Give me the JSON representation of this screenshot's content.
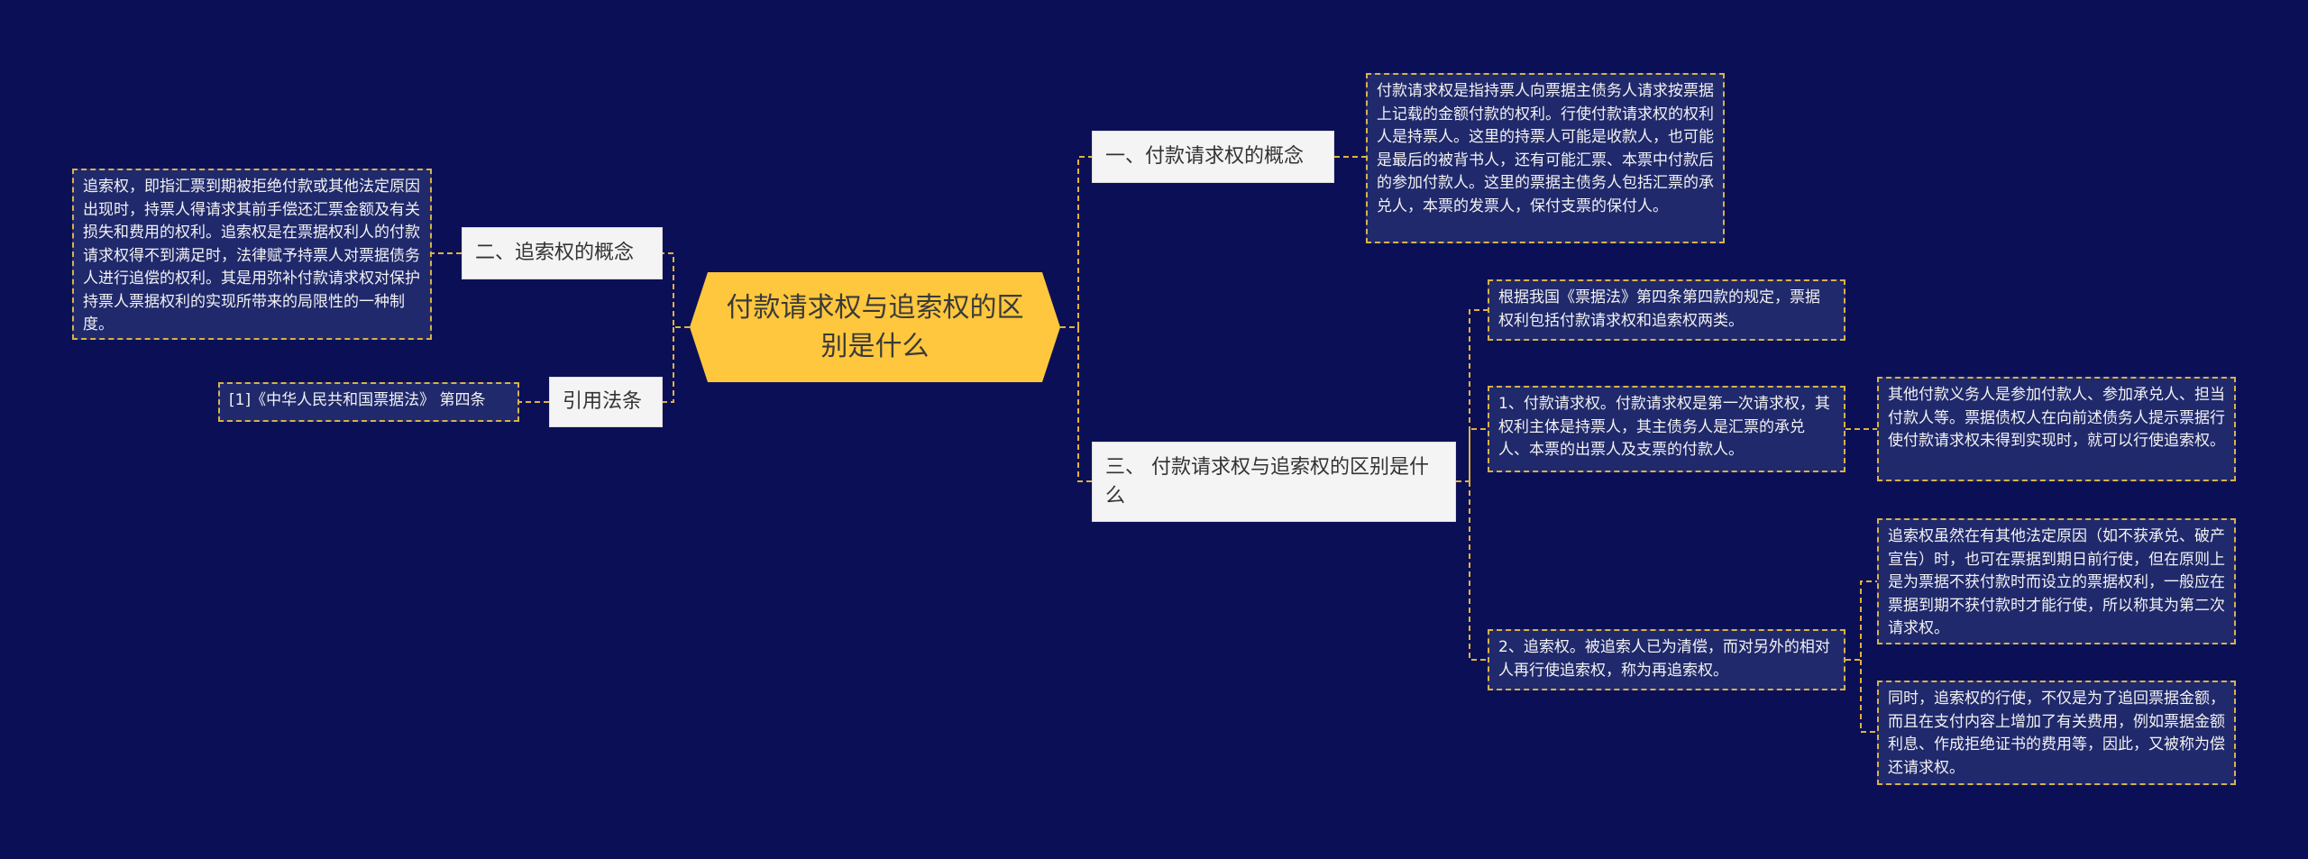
{
  "colors": {
    "background": "#0b1056",
    "root_fill": "#ffc73d",
    "connector": "#e2b23c",
    "leaf_fill": "#20296b",
    "branch_fill": "#f4f4f4"
  },
  "root": {
    "label": "付款请求权与追索权的区别是什么"
  },
  "branches": {
    "concept_payment": {
      "label": "一、付款请求权的概念",
      "detail": "付款请求权是指持票人向票据主债务人请求按票据上记载的金额付款的权利。行使付款请求权的权利人是持票人。这里的持票人可能是收款人，也可能是最后的被背书人，还有可能汇票、本票中付款后的参加付款人。这里的票据主债务人包括汇票的承兑人，本票的发票人，保付支票的保付人。"
    },
    "difference": {
      "label": "三、 付款请求权与追索权的区别是什么",
      "intro": "根据我国《票据法》第四条第四款的规定，票据权利包括付款请求权和追索权两类。",
      "payment_right": {
        "label": "1、付款请求权。付款请求权是第一次请求权，其权利主体是持票人，其主债务人是汇票的承兑人、本票的出票人及支票的付款人。",
        "note": "其他付款义务人是参加付款人、参加承兑人、担当付款人等。票据债权人在向前述债务人提示票据行使付款请求权未得到实现时，就可以行使追索权。"
      },
      "recourse_right": {
        "label": "2、追索权。被追索人已为清偿，而对另外的相对人再行使追索权，称为再追索权。",
        "note_1": "追索权虽然在有其他法定原因（如不获承兑、破产宣告）时，也可在票据到期日前行使，但在原则上是为票据不获付款时而设立的票据权利，一般应在票据到期不获付款时才能行使，所以称其为第二次请求权。",
        "note_2": "同时，追索权的行使，不仅是为了追回票据金额，而且在支付内容上增加了有关费用，例如票据金额利息、作成拒绝证书的费用等，因此，又被称为偿还请求权。"
      }
    },
    "concept_recourse": {
      "label": "二、追索权的概念",
      "detail": "追索权，即指汇票到期被拒绝付款或其他法定原因出现时，持票人得请求其前手偿还汇票金额及有关损失和费用的权利。追索权是在票据权利人的付款请求权得不到满足时，法律赋予持票人对票据债务人进行追偿的权利。其是用弥补付款请求权对保护持票人票据权利的实现所带来的局限性的一种制度。"
    },
    "citation": {
      "label": "引用法条",
      "detail": "[1]《中华人民共和国票据法》 第四条"
    }
  }
}
